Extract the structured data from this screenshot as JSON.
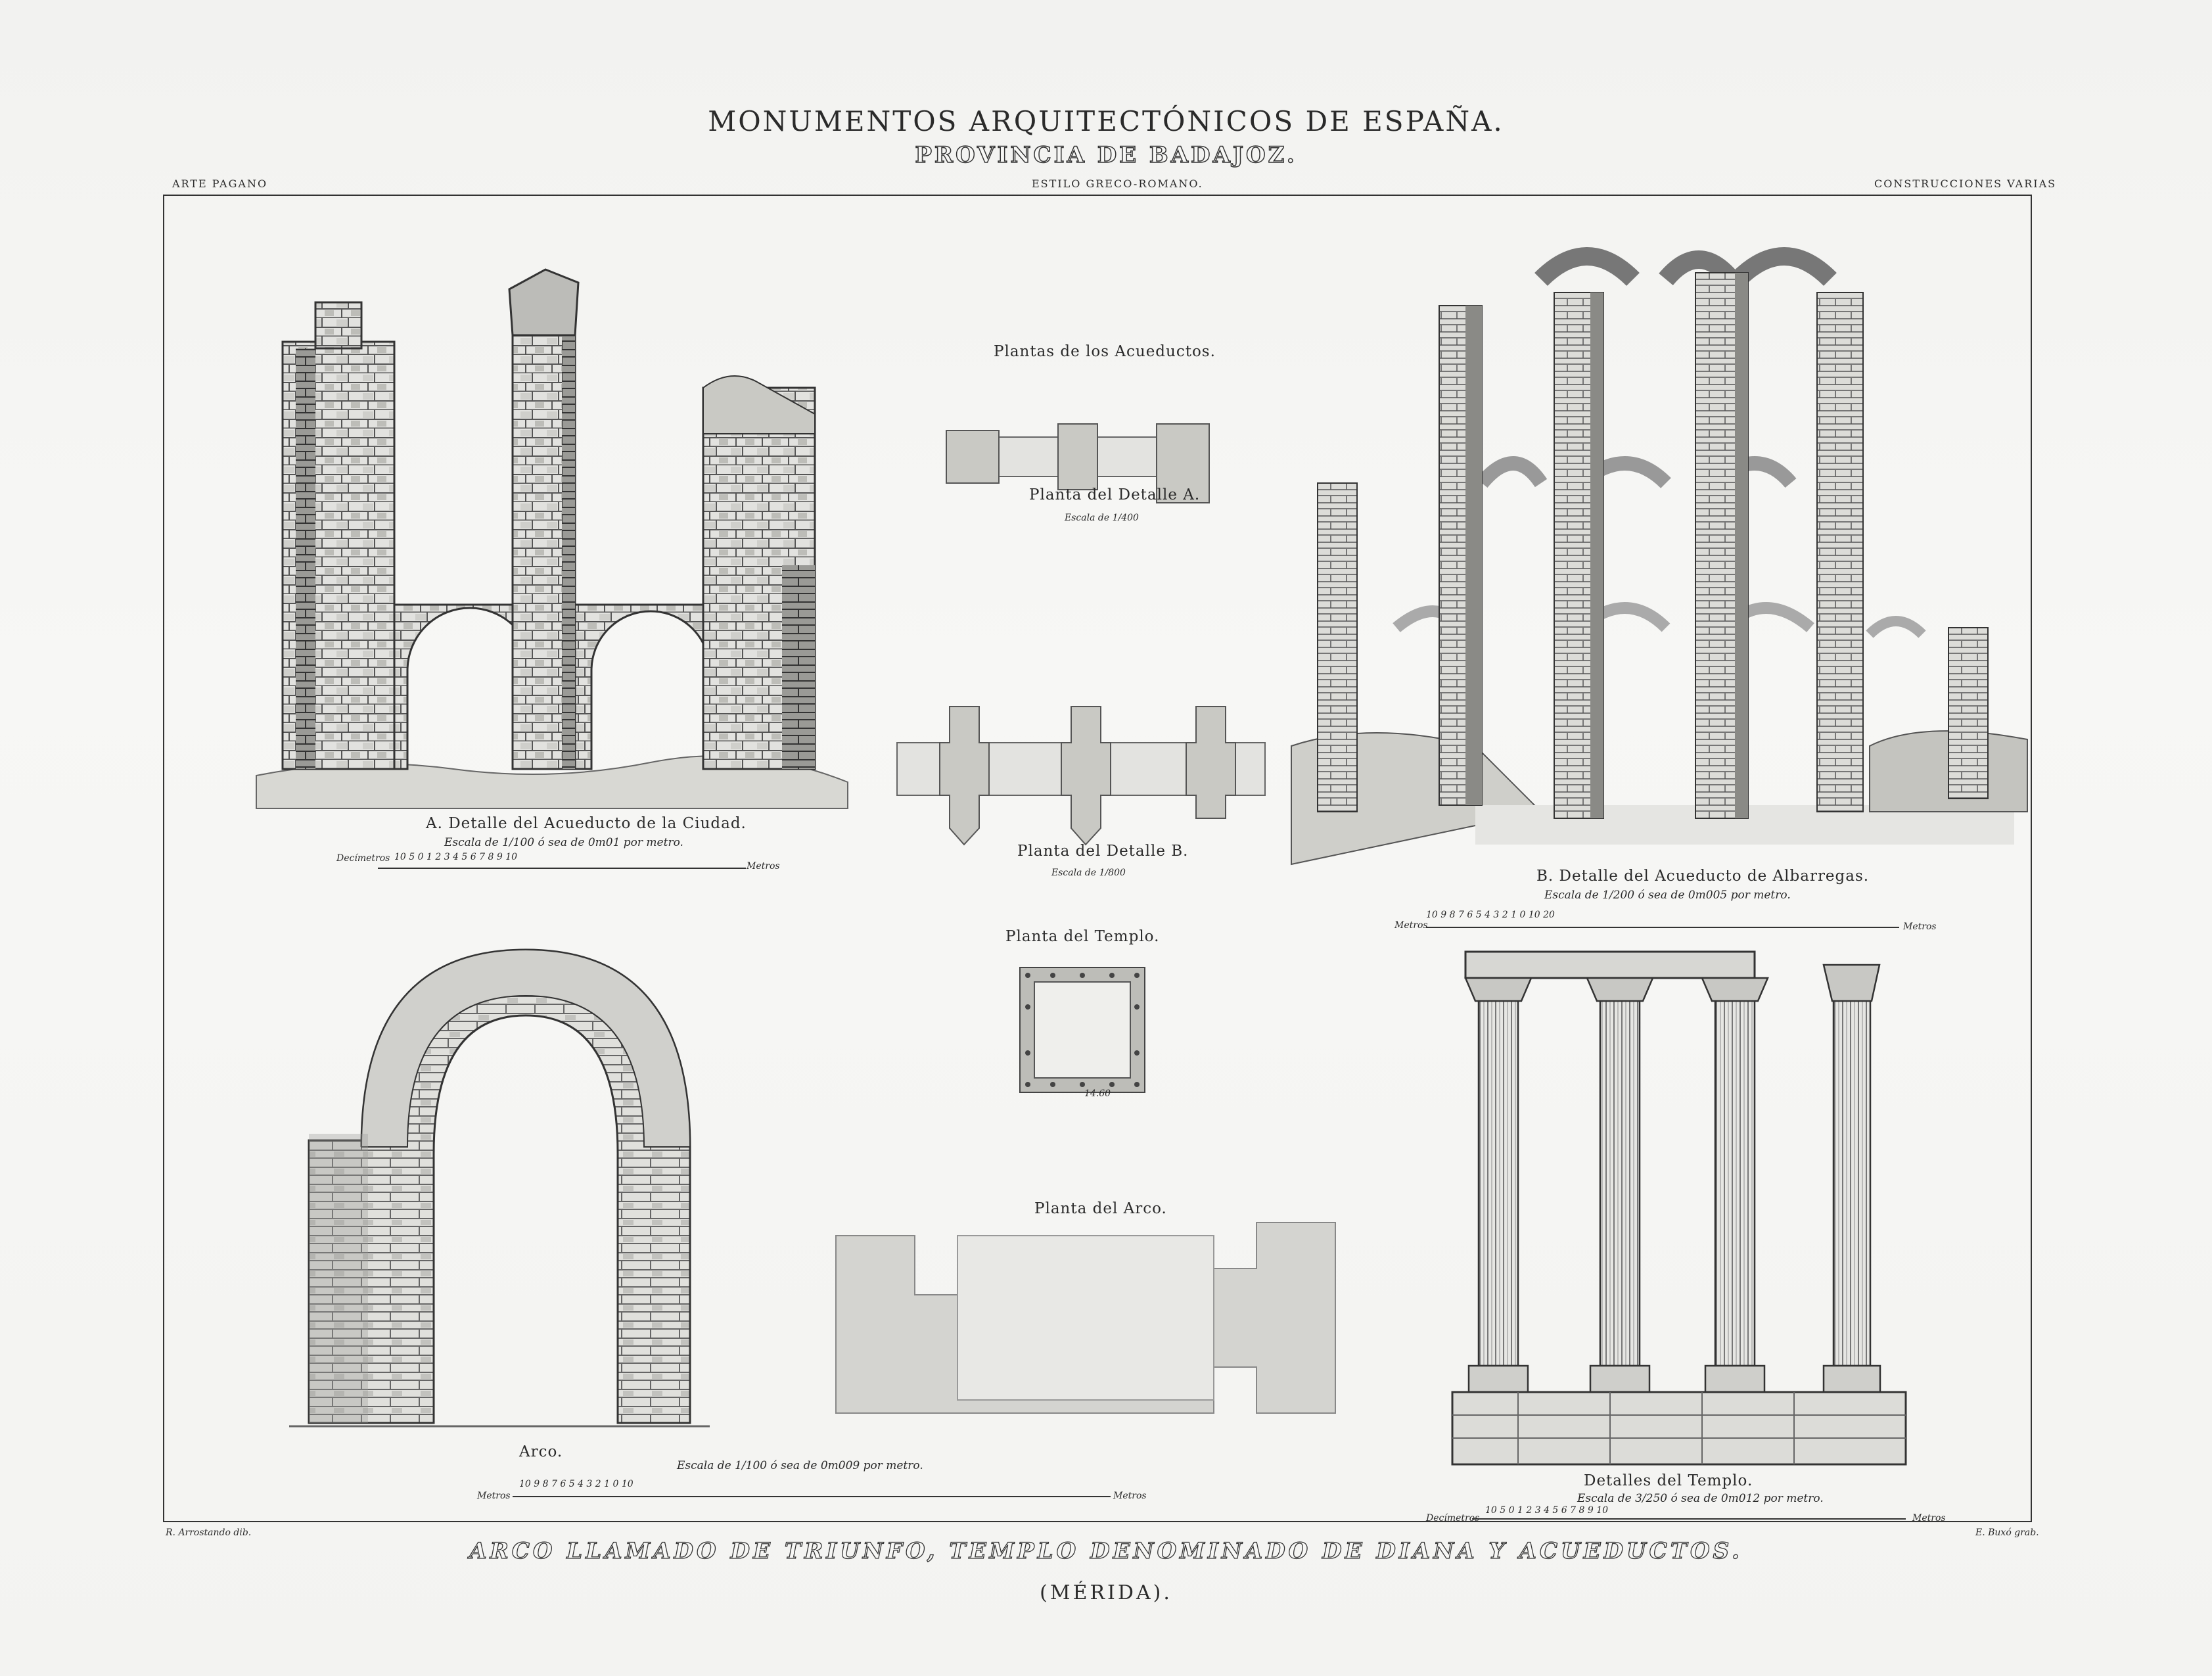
{
  "header": {
    "title": "MONUMENTOS ARQUITECTÓNICOS DE ESPAÑA.",
    "subtitle": "PROVINCIA DE BADAJOZ.",
    "left": "ARTE PAGANO",
    "center": "ESTILO GRECO-ROMANO.",
    "right": "CONSTRUCCIONES VARIAS"
  },
  "figures": {
    "a": {
      "caption": "A. Detalle del Acueducto de la Ciudad.",
      "scale": "Escala de 1/100 ó sea de 0m01 por metro.",
      "bar_left": "Decímetros",
      "bar_ticks": "10  5  0      1      2      3      4      5      6      7      8      9      10",
      "bar_right": "Metros"
    },
    "b": {
      "caption": "B. Detalle del Acueducto de Albarregas.",
      "scale": "Escala de 1/200 ó sea de 0m005 por metro.",
      "bar_left": "Metros",
      "bar_ticks": "10  9  8  7  6  5  4  3  2  1  0                              10                              20",
      "bar_right": "Metros"
    },
    "plans": {
      "heading": "Plantas de los Acueductos.",
      "plan_a": "Planta del Detalle A.",
      "plan_a_scale": "Escala de 1/400",
      "plan_b": "Planta del Detalle B.",
      "plan_b_scale": "Escala de 1/800"
    },
    "temple_plan": {
      "caption": "Planta del Templo.",
      "dim": "14.60"
    },
    "arch_plan": {
      "caption": "Planta del Arco."
    },
    "arch": {
      "caption": "Arco.",
      "scale": "Escala de 1/100 ó sea de 0m009 por metro.",
      "bar_left": "Metros",
      "bar_ticks": "10  9  8  7  6  5  4  3  2  1  0                                           10",
      "bar_right": "Metros"
    },
    "temple": {
      "caption": "Detalles del Templo.",
      "scale": "Escala de 3/250 ó sea de 0m012 por metro.",
      "bar_left": "Decímetros",
      "bar_ticks": "10  5  0      1      2      3      4      5      6      7      8      9      10",
      "bar_right": "Metros"
    }
  },
  "credits": {
    "draftsman": "R. Arrostando dib.",
    "engraver": "E. Buxó grab."
  },
  "footer": {
    "title": "ARCO LLAMADO DE TRIUNFO, TEMPLO DENOMINADO DE DIANA Y ACUEDUCTOS.",
    "place": "(MÉRIDA)."
  }
}
